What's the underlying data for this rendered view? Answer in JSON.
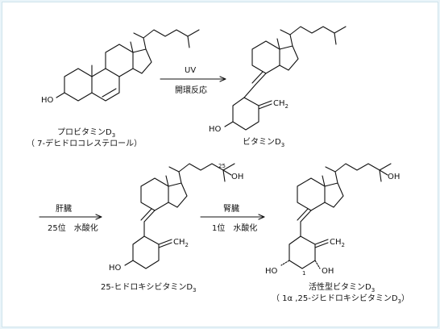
{
  "colors": {
    "background": "#e9f4f9",
    "panel": "#ffffff",
    "ink": "#111111"
  },
  "compounds": {
    "provitamin_d3": {
      "name": "プロビタミンD",
      "sub": "3",
      "alt": "（ 7-デヒドロコレステロール）"
    },
    "vitamin_d3": {
      "name": "ビタミンD",
      "sub": "3"
    },
    "hydroxy25_d3": {
      "name": "25-ヒドロキシビタミンD",
      "sub": "3"
    },
    "active_d3": {
      "name": "活性型ビタミンD",
      "sub": "3",
      "alt_prefix": "（ 1α ,25-ジヒドロキシビタミンD",
      "alt_sub": "3",
      "alt_suffix": "）"
    }
  },
  "arrows": {
    "uv": {
      "top": "UV",
      "bottom": "開環反応"
    },
    "liver": {
      "top": "肝臓",
      "bottom": "25位　水酸化"
    },
    "kidney": {
      "top": "腎臓",
      "bottom": "1位　水酸化"
    }
  },
  "atoms": {
    "ho": "HO",
    "oh": "OH",
    "ch2": "CH",
    "ch2_sub": "2",
    "n25": "25",
    "n1": "1"
  }
}
